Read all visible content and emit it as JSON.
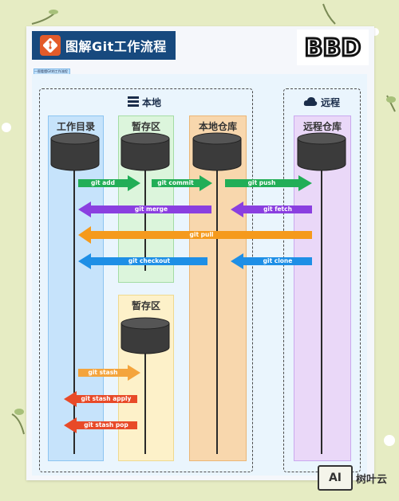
{
  "title": "图解Git工作流程",
  "subtitle": "一图看懂Git的工作流程",
  "logo": "BBD",
  "groups": {
    "local": "本地",
    "remote": "远程"
  },
  "columns": {
    "workdir": "工作目录",
    "stage": "暂存区",
    "localrepo": "本地仓库",
    "remoterepo": "远程仓库",
    "stash": "暂存区"
  },
  "arrows": {
    "add": "git add",
    "commit": "git commit",
    "push": "git push",
    "merge": "git merge",
    "fetch": "git fetch",
    "pull": "git pull",
    "checkout": "git checkout",
    "clone": "git clone",
    "stash": "git stash",
    "stash_apply": "git stash apply",
    "stash_pop": "git stash pop"
  },
  "colors": {
    "green": "#22ae57",
    "purple": "#8a3fe0",
    "orange": "#f59a1c",
    "blue": "#1e8fe6",
    "light_orange": "#f4a43c",
    "red": "#e84a28"
  },
  "watermark": {
    "icon": "AI",
    "text": "树叶云"
  }
}
